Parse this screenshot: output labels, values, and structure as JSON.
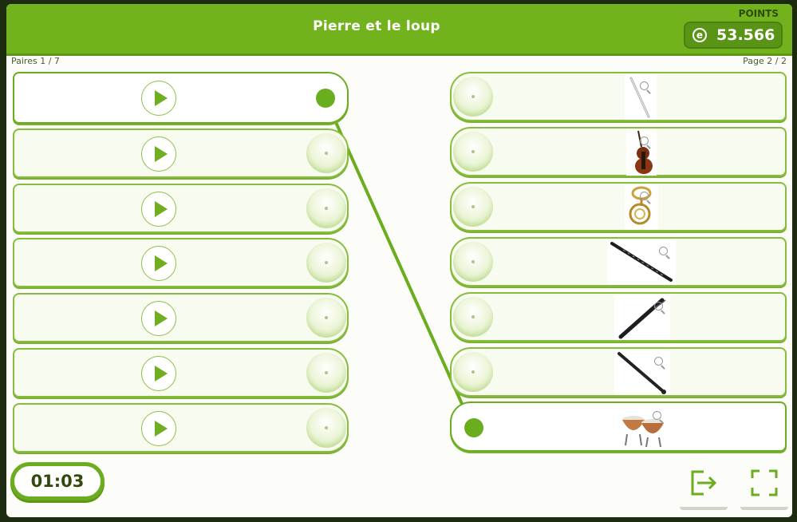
{
  "header": {
    "title": "Pierre et le loup",
    "points_label": "POINTS",
    "points_value": "53.566",
    "coin_symbol": "e"
  },
  "progress": {
    "pairs_text": "Paires 1 / 7",
    "page_text": "Page 2 / 2"
  },
  "timer": {
    "value": "01:03"
  },
  "left_items": [
    {
      "state": "connected"
    },
    {
      "state": "idle"
    },
    {
      "state": "idle"
    },
    {
      "state": "idle"
    },
    {
      "state": "idle"
    },
    {
      "state": "idle"
    },
    {
      "state": "idle"
    }
  ],
  "right_items": [
    {
      "instrument": "flute-icon",
      "state": "idle"
    },
    {
      "instrument": "violin-icon",
      "state": "idle"
    },
    {
      "instrument": "french-horn-icon",
      "state": "idle"
    },
    {
      "instrument": "oboe-icon",
      "state": "idle"
    },
    {
      "instrument": "bassoon-icon",
      "state": "idle"
    },
    {
      "instrument": "clarinet-icon",
      "state": "idle"
    },
    {
      "instrument": "timpani-icon",
      "state": "connected"
    }
  ],
  "connections": [
    {
      "from_left": 1,
      "to_right": 7
    }
  ],
  "colors": {
    "accent": "#72b31d",
    "line": "#6aad1e"
  }
}
